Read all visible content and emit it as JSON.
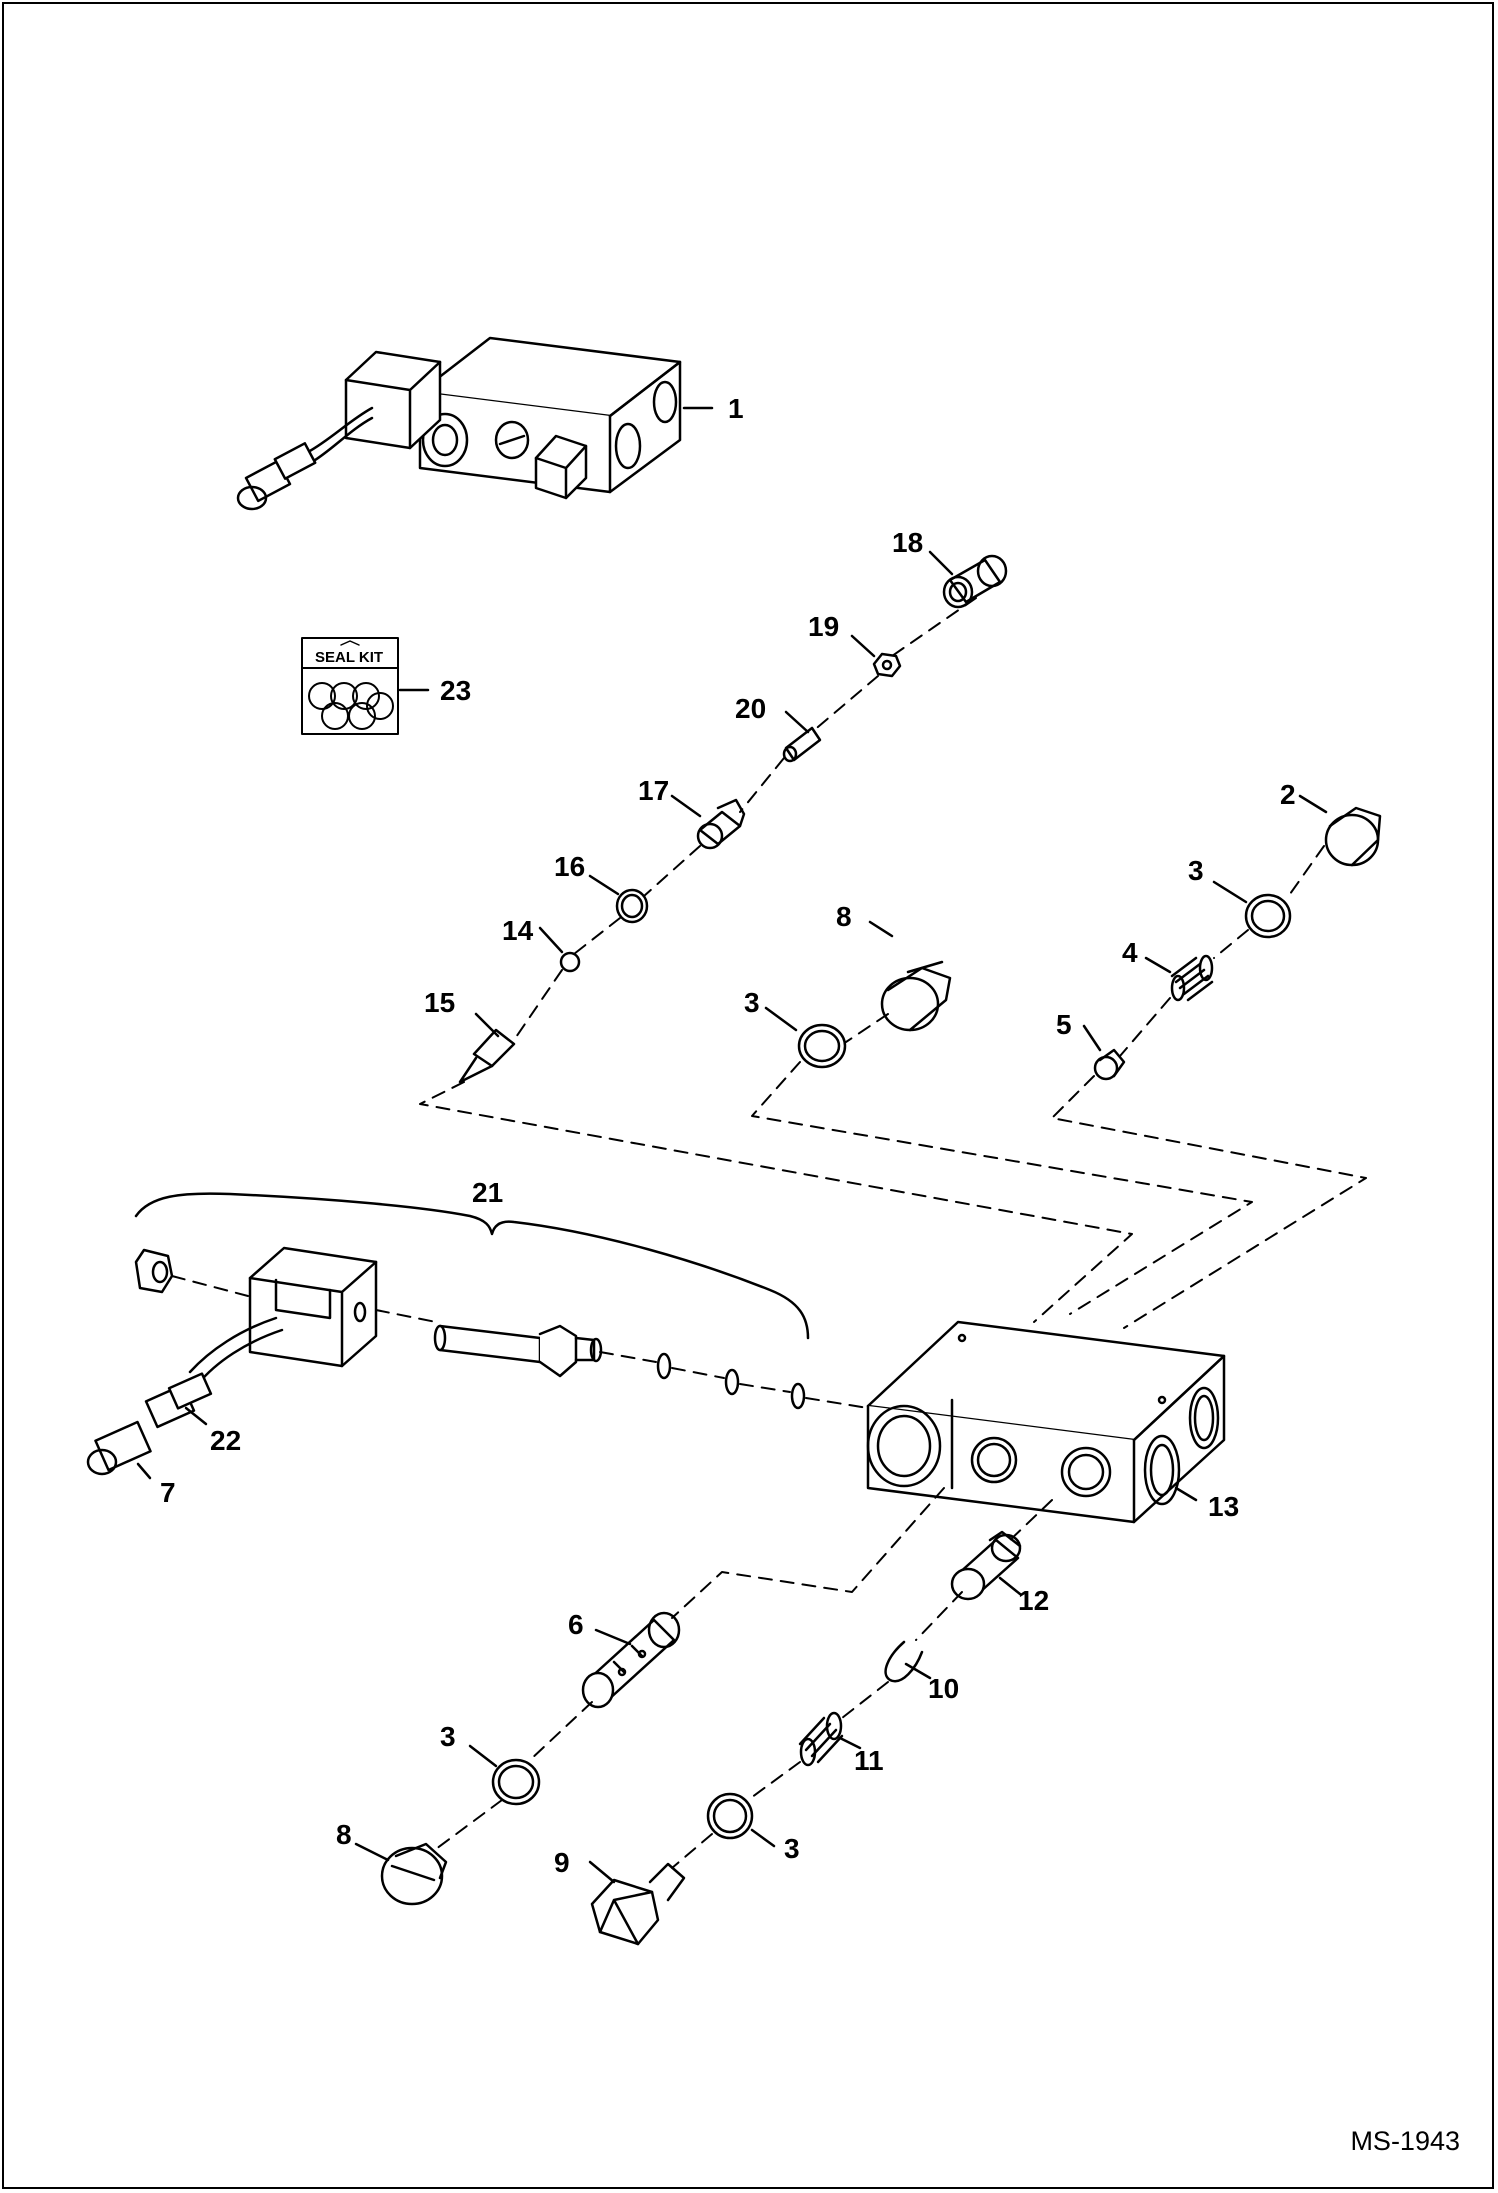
{
  "drawing_id": "MS-1943",
  "seal_kit_label": "SEAL KIT",
  "callouts": {
    "c1": "1",
    "c2": "2",
    "c3a": "3",
    "c3b": "3",
    "c3c": "3",
    "c3d": "3",
    "c4": "4",
    "c5": "5",
    "c6": "6",
    "c7": "7",
    "c8a": "8",
    "c8b": "8",
    "c9": "9",
    "c10": "10",
    "c11": "11",
    "c12": "12",
    "c13": "13",
    "c14": "14",
    "c15": "15",
    "c16": "16",
    "c17": "17",
    "c18": "18",
    "c19": "19",
    "c20": "20",
    "c21": "21",
    "c22": "22",
    "c23": "23"
  }
}
